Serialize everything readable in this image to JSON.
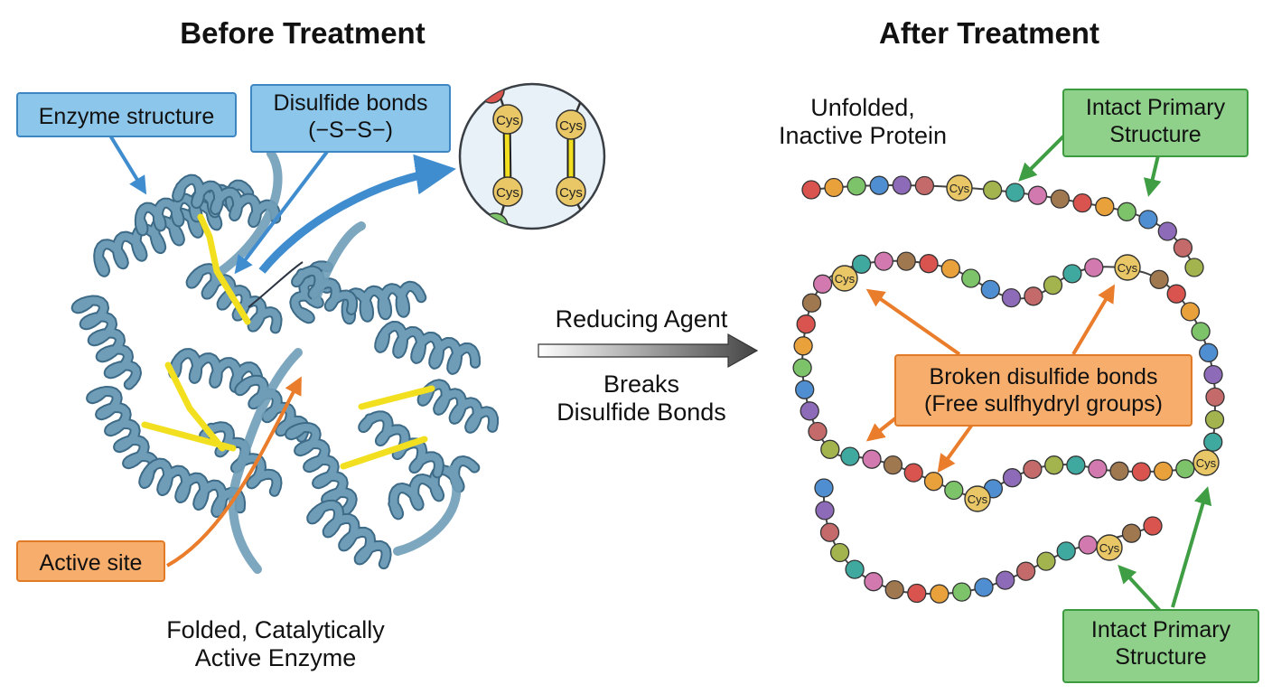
{
  "colors": {
    "helix": "#6f9db8",
    "helix_dark": "#3d6a86",
    "disulfide": "#f2e020",
    "blue_arrow": "#3f8ccf",
    "orange_arrow": "#ea7d2c",
    "green_arrow": "#3f9e44",
    "cys": "#e9c766"
  },
  "before": {
    "title": "Before Treatment",
    "caption": [
      "Folded, Catalytically",
      "Active Enzyme"
    ],
    "labels": {
      "enzyme_structure": "Enzyme structure",
      "disulfide_bonds": [
        "Disulfide bonds",
        "(−S−S−)"
      ],
      "active_site": "Active site"
    },
    "inset_residues": [
      "Cys",
      "Cys",
      "Cys",
      "Cys"
    ]
  },
  "middle": {
    "agent": "Reducing Agent",
    "effect": [
      "Breaks",
      "Disulfide Bonds"
    ]
  },
  "after": {
    "title": "After Treatment",
    "caption": [
      "Unfolded,",
      "Inactive Protein"
    ],
    "labels": {
      "primary_top": [
        "Intact Primary",
        "Structure"
      ],
      "primary_bottom": [
        "Intact Primary",
        "Structure"
      ],
      "broken": [
        "Broken disulfide bonds",
        "(Free sulfhydryl groups)"
      ]
    },
    "residue_label": "Cys"
  }
}
